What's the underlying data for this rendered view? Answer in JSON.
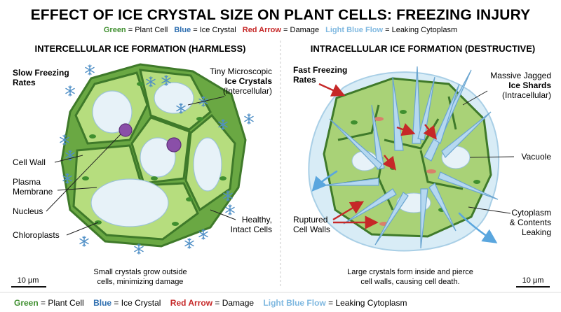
{
  "title": "EFFECT OF ICE CRYSTAL SIZE ON PLANT CELLS: FREEZING INJURY",
  "legend": {
    "green_key": "Green",
    "green_val": " = Plant Cell",
    "blue_key": "Blue",
    "blue_val": " = Ice Crystal",
    "red_key": "Red Arrow",
    "red_val": " = Damage",
    "flow_key": "Light Blue Flow",
    "flow_val": " = Leaking Cytoplasm"
  },
  "colors": {
    "green": "#3f8f2f",
    "blue": "#2f6fb0",
    "red": "#c62828",
    "lightblue": "#7fb8e0",
    "cell_wall": "#5b9c3a",
    "cytoplasm": "#b6dd7e",
    "vacuole": "#e7f2f8",
    "nucleus": "#8a4fa8",
    "ice": "#b5d8f0"
  },
  "left": {
    "heading": "INTERCELLULAR ICE FORMATION (HARMLESS)",
    "rate_line1": "Slow Freezing",
    "rate_line2": "Rates",
    "crystal_line1": "Tiny Microscopic",
    "crystal_line2": "Ice Crystals",
    "crystal_line3": "(Intercellular)",
    "cell_wall": "Cell Wall",
    "plasma_line1": "Plasma",
    "plasma_line2": "Membrane",
    "nucleus": "Nucleus",
    "chloroplasts": "Chloroplasts",
    "healthy_line1": "Healthy,",
    "healthy_line2": "Intact Cells",
    "caption_line1": "Small crystals grow outside",
    "caption_line2": "cells, minimizing damage",
    "scale": "10 µm"
  },
  "right": {
    "heading": "INTRACELLULAR ICE FORMATION (DESTRUCTIVE)",
    "rate_line1": "Fast Freezing",
    "rate_line2": "Rates",
    "shard_line1": "Massive Jagged",
    "shard_line2": "Ice Shards",
    "shard_line3": "(Intracellular)",
    "vacuole": "Vacuole",
    "ruptured_line1": "Ruptured",
    "ruptured_line2": "Cell Walls",
    "cyto_line1": "Cytoplasm",
    "cyto_line2": "& Contents",
    "cyto_line3": "Leaking",
    "caption_line1": "Large crystals form inside and pierce",
    "caption_line2": "cell walls, causing cell death.",
    "scale": "10 µm"
  },
  "icons": [
    "snowflake-icon",
    "ice-shard-icon",
    "damage-arrow-icon",
    "leak-flow-icon"
  ]
}
